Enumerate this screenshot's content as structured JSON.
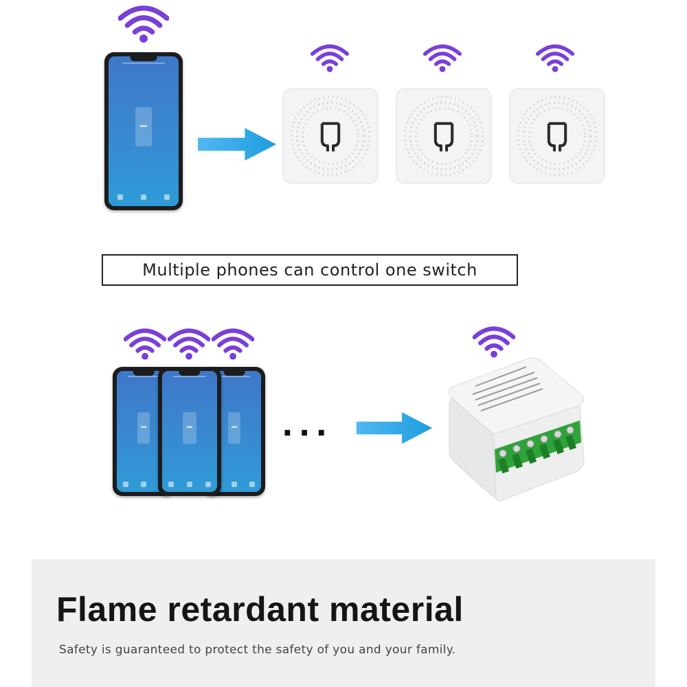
{
  "caption": "Multiple phones can control one switch",
  "ellipsis": "...",
  "footer": {
    "title": "Flame retardant material",
    "subtitle": "Safety is guaranteed to protect the safety of you and your family."
  },
  "colors": {
    "wifi": "#7a3fd8",
    "arrow": "#2fa7e6",
    "terminal": "#2fa23a",
    "panel": "#efefef"
  },
  "icons": {
    "wifi": "wifi-icon",
    "arrow": "arrow-right-icon",
    "switch": "power-plug-icon"
  }
}
